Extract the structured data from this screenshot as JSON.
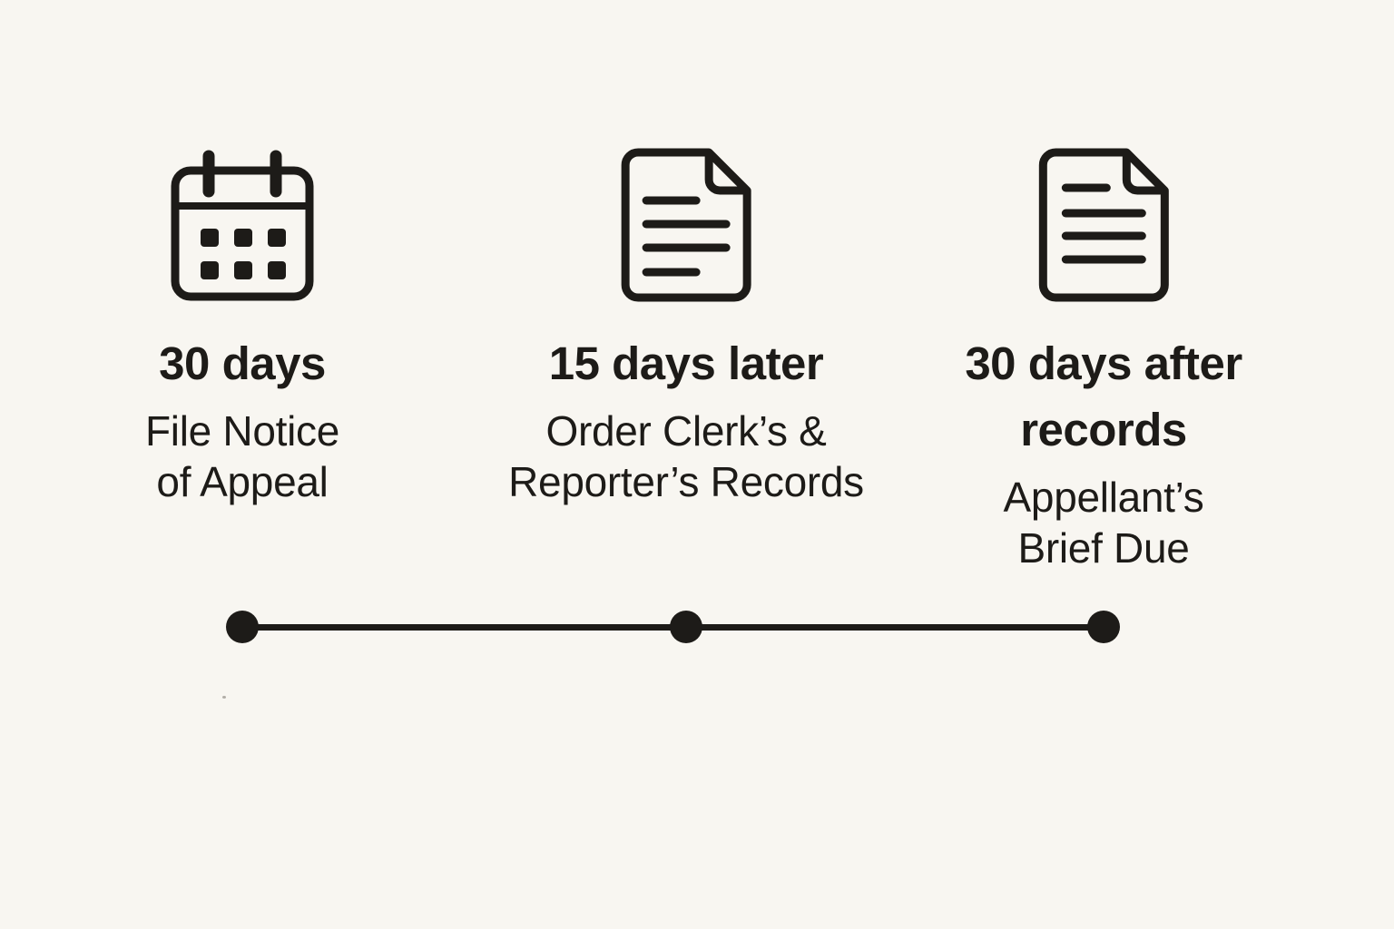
{
  "colors": {
    "background": "#f8f6f1",
    "ink": "#1d1b18"
  },
  "timeline": {
    "type": "horizontal-milestone-timeline",
    "milestones": [
      {
        "icon": "calendar-icon",
        "title_lines": [
          "30 days"
        ],
        "subtitle_lines": [
          "File Notice",
          "of Appeal"
        ]
      },
      {
        "icon": "document-icon",
        "title_lines": [
          "15 days later"
        ],
        "subtitle_lines": [
          "Order Clerk’s &",
          "Reporter’s Records"
        ]
      },
      {
        "icon": "document-icon",
        "title_lines": [
          "30 days after",
          "records"
        ],
        "subtitle_lines": [
          "Appellant’s",
          "Brief Due"
        ]
      }
    ]
  }
}
